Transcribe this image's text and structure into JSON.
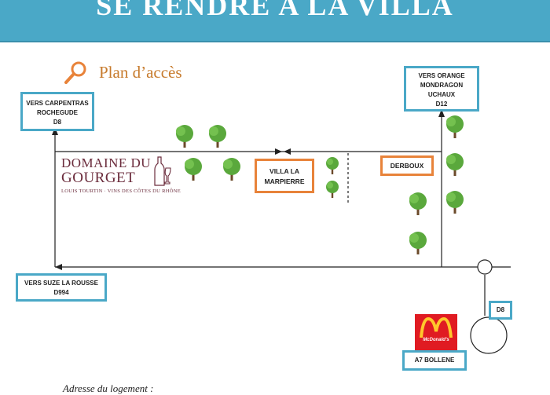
{
  "banner": {
    "title": "SE RENDRE A LA VILLA"
  },
  "plan": {
    "title": "Plan d’accès",
    "icon": "magnifier-icon"
  },
  "directions": {
    "carpentras": [
      "VERS CARPENTRAS",
      "ROCHEGUDE",
      "D8"
    ],
    "orange": [
      "VERS ORANGE",
      "MONDRAGON",
      "UCHAUX",
      "D12"
    ],
    "suze": [
      "VERS SUZE LA ROUSSE",
      "D994"
    ],
    "d8": "D8",
    "bollene": "A7 BOLLENE"
  },
  "places": {
    "villa": [
      "VILLA LA",
      "MARPIERRE"
    ],
    "derboux": "DERBOUX"
  },
  "brand": {
    "line1": "DOMAINE DU",
    "line2": "GOURGET",
    "line3": "LOUIS TOURTIN · VINS DES CÔTES DU RHÔNE"
  },
  "mcdonalds": {
    "text": "McDonald's"
  },
  "footer": {
    "address_label": "Adresse du logement :"
  },
  "colors": {
    "banner": "#4aa8c7",
    "direction_border": "#4aa8c7",
    "place_border": "#e8833a",
    "title_orange": "#c77b2d",
    "tree": "#5aa83c",
    "mcdonalds_red": "#e01b22",
    "mcdonalds_yellow": "#ffc72c"
  }
}
